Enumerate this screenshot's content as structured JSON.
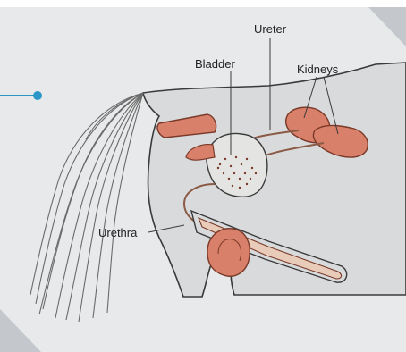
{
  "diagram": {
    "labels": {
      "ureter": "Ureter",
      "bladder": "Bladder",
      "kidneys": "Kidneys",
      "urethra": "Urethra"
    }
  },
  "colors": {
    "panel_background": "#e8e9ea",
    "body_fill": "#d9dadb",
    "outline": "#3a3a3a",
    "organ_fill": "#d9806a",
    "organ_stroke": "#7a3a2a",
    "duct": "#8a5a45",
    "pointer": "#2a97c8",
    "tail_stroke": "#6a6a6a",
    "corner_fold": "#c4c8cc",
    "label_text": "#222222"
  }
}
